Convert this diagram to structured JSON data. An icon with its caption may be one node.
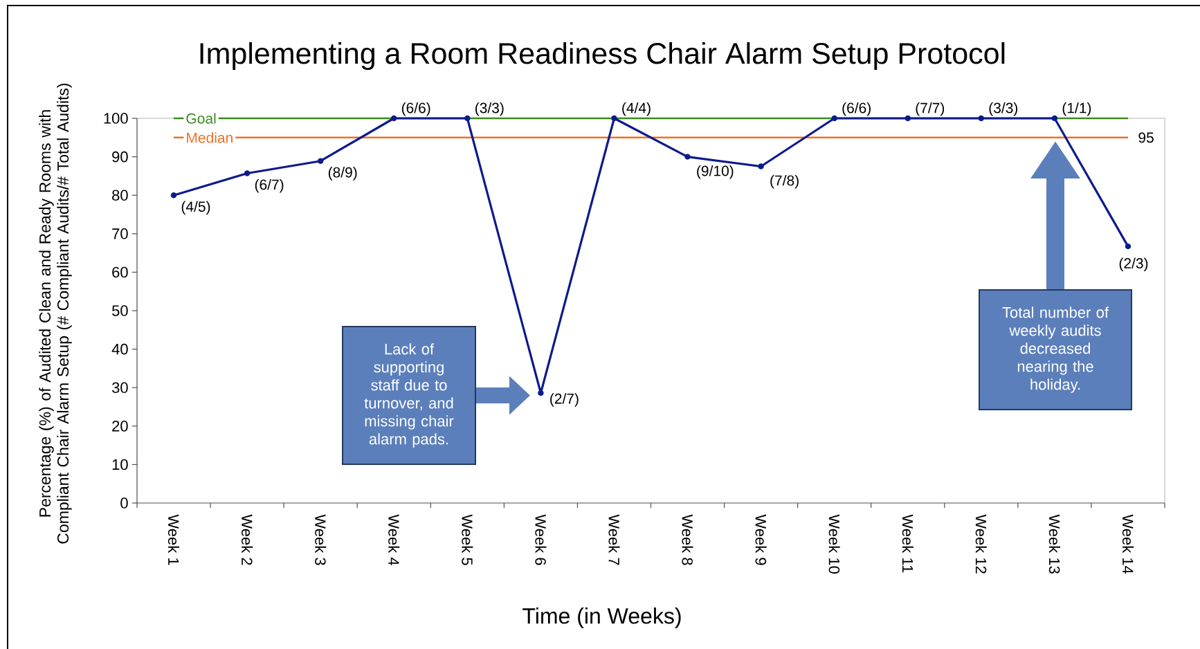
{
  "diagram": {
    "title": "Implementing a Room Readiness Chair Alarm Setup Protocol",
    "nodes": [
      {
        "text": [
          "Lack of supporting staff due to turnover, and missing chair alarm pads."
        ]
      },
      {
        "text": [
          "Total number of weekly audits decreased nearing the holiday."
        ]
      }
    ],
    "edges": [
      {
        "from": 0,
        "to": null,
        "arrow": "to"
      },
      {
        "from": 1,
        "to": null,
        "arrow": "to"
      }
    ],
    "labels": [
      "95"
    ],
    "chart_data": {
      "type": "line",
      "xlabel": "Time (in Weeks)",
      "ylabel": "Percentage (%) of Audited Clean and Ready Rooms with Compliant Chair Alarm Setup (# Compliant Audits/# Total Audits)",
      "categories": [
        "Week 1",
        "Week 2",
        "Week 3",
        "Week 4",
        "Week 5",
        "Week 6",
        "Week 7",
        "Week 8",
        "Week 9",
        "Week 10",
        "Week 11",
        "Week 12",
        "Week 13",
        "Week 14"
      ],
      "series": [
        {
          "color": "#0d1a8c",
          "marker": "circle",
          "values": [
            80,
            85.7,
            88.9,
            100,
            100,
            28.6,
            100,
            90,
            87.5,
            100,
            100,
            100,
            100,
            66.7
          ],
          "value_labels": [
            "(4/5)",
            "(6/7)",
            "(8/9)",
            "(6/6)",
            "(3/3)",
            "(2/7)",
            "(4/4)",
            "(9/10)",
            "(7/8)",
            "(6/6)",
            "(7/7)",
            "(3/3)",
            "(1/1)",
            "(2/3)"
          ]
        },
        {
          "name": "Goal",
          "color": "#3a8a1e",
          "values": [
            100,
            100,
            100,
            100,
            100,
            100,
            100,
            100,
            100,
            100,
            100,
            100,
            100,
            100
          ]
        },
        {
          "name": "Median",
          "color": "#f07024",
          "values": [
            95,
            95,
            95,
            95,
            95,
            95,
            95,
            95,
            95,
            95,
            95,
            95,
            95,
            95
          ]
        }
      ],
      "ylim": [
        0,
        100
      ],
      "yticks": [
        0,
        10,
        20,
        30,
        40,
        50,
        60,
        70,
        80,
        90,
        100
      ]
    }
  }
}
